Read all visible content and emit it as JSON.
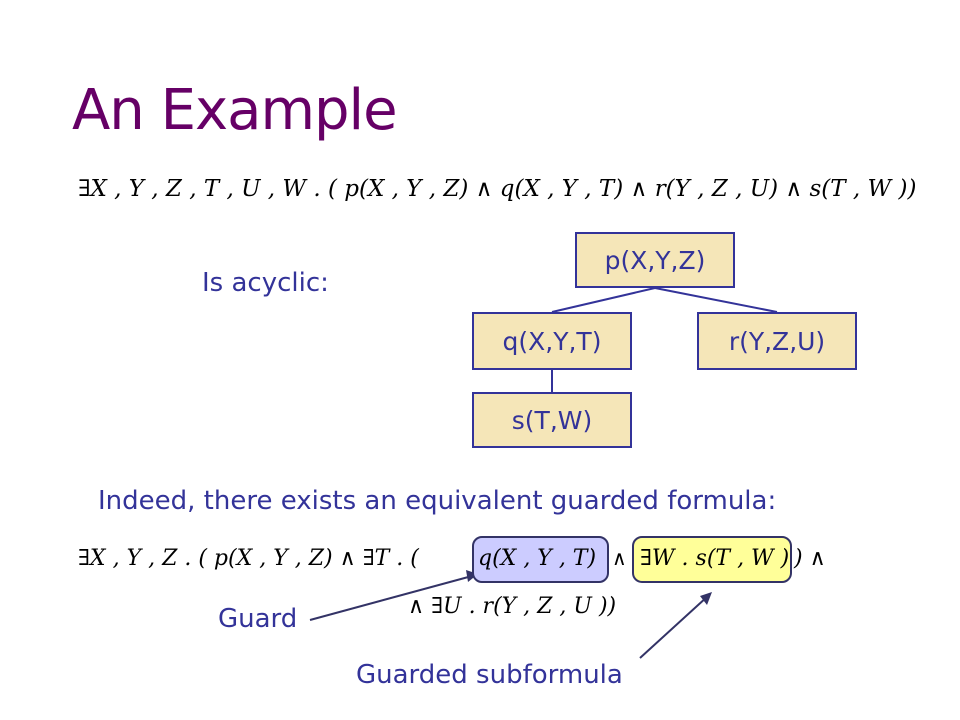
{
  "title": "An Example",
  "formula1": {
    "quant": "∃X , Y , Z , T , U , W .",
    "body": "( p(X , Y , Z)  ∧  q(X , Y , T)  ∧  r(Y , Z , U)  ∧  s(T , W ))"
  },
  "acyclic_label": "Is acyclic:",
  "tree": {
    "root": "p(X,Y,Z)",
    "left": "q(X,Y,T)",
    "right": "r(Y,Z,U)",
    "child": "s(T,W)"
  },
  "indeed_text": "Indeed, there exists an equivalent guarded formula:",
  "formula2": {
    "prefix": "∃X , Y , Z . ( p(X , Y , Z)  ∧   ∃T . (",
    "guard": "q(X , Y , T)",
    "and1": "∧",
    "guarded": "∃W . s(T , W )",
    "tail": ")  ∧",
    "line2": "∧  ∃U . r(Y , Z , U ))"
  },
  "guard_label": "Guard",
  "guarded_label": "Guarded subformula",
  "colors": {
    "title": "#660066",
    "text": "#333399",
    "node_fill": "#f5e6b8",
    "guard_fill": "#ccccff",
    "guarded_fill": "#ffff99"
  }
}
